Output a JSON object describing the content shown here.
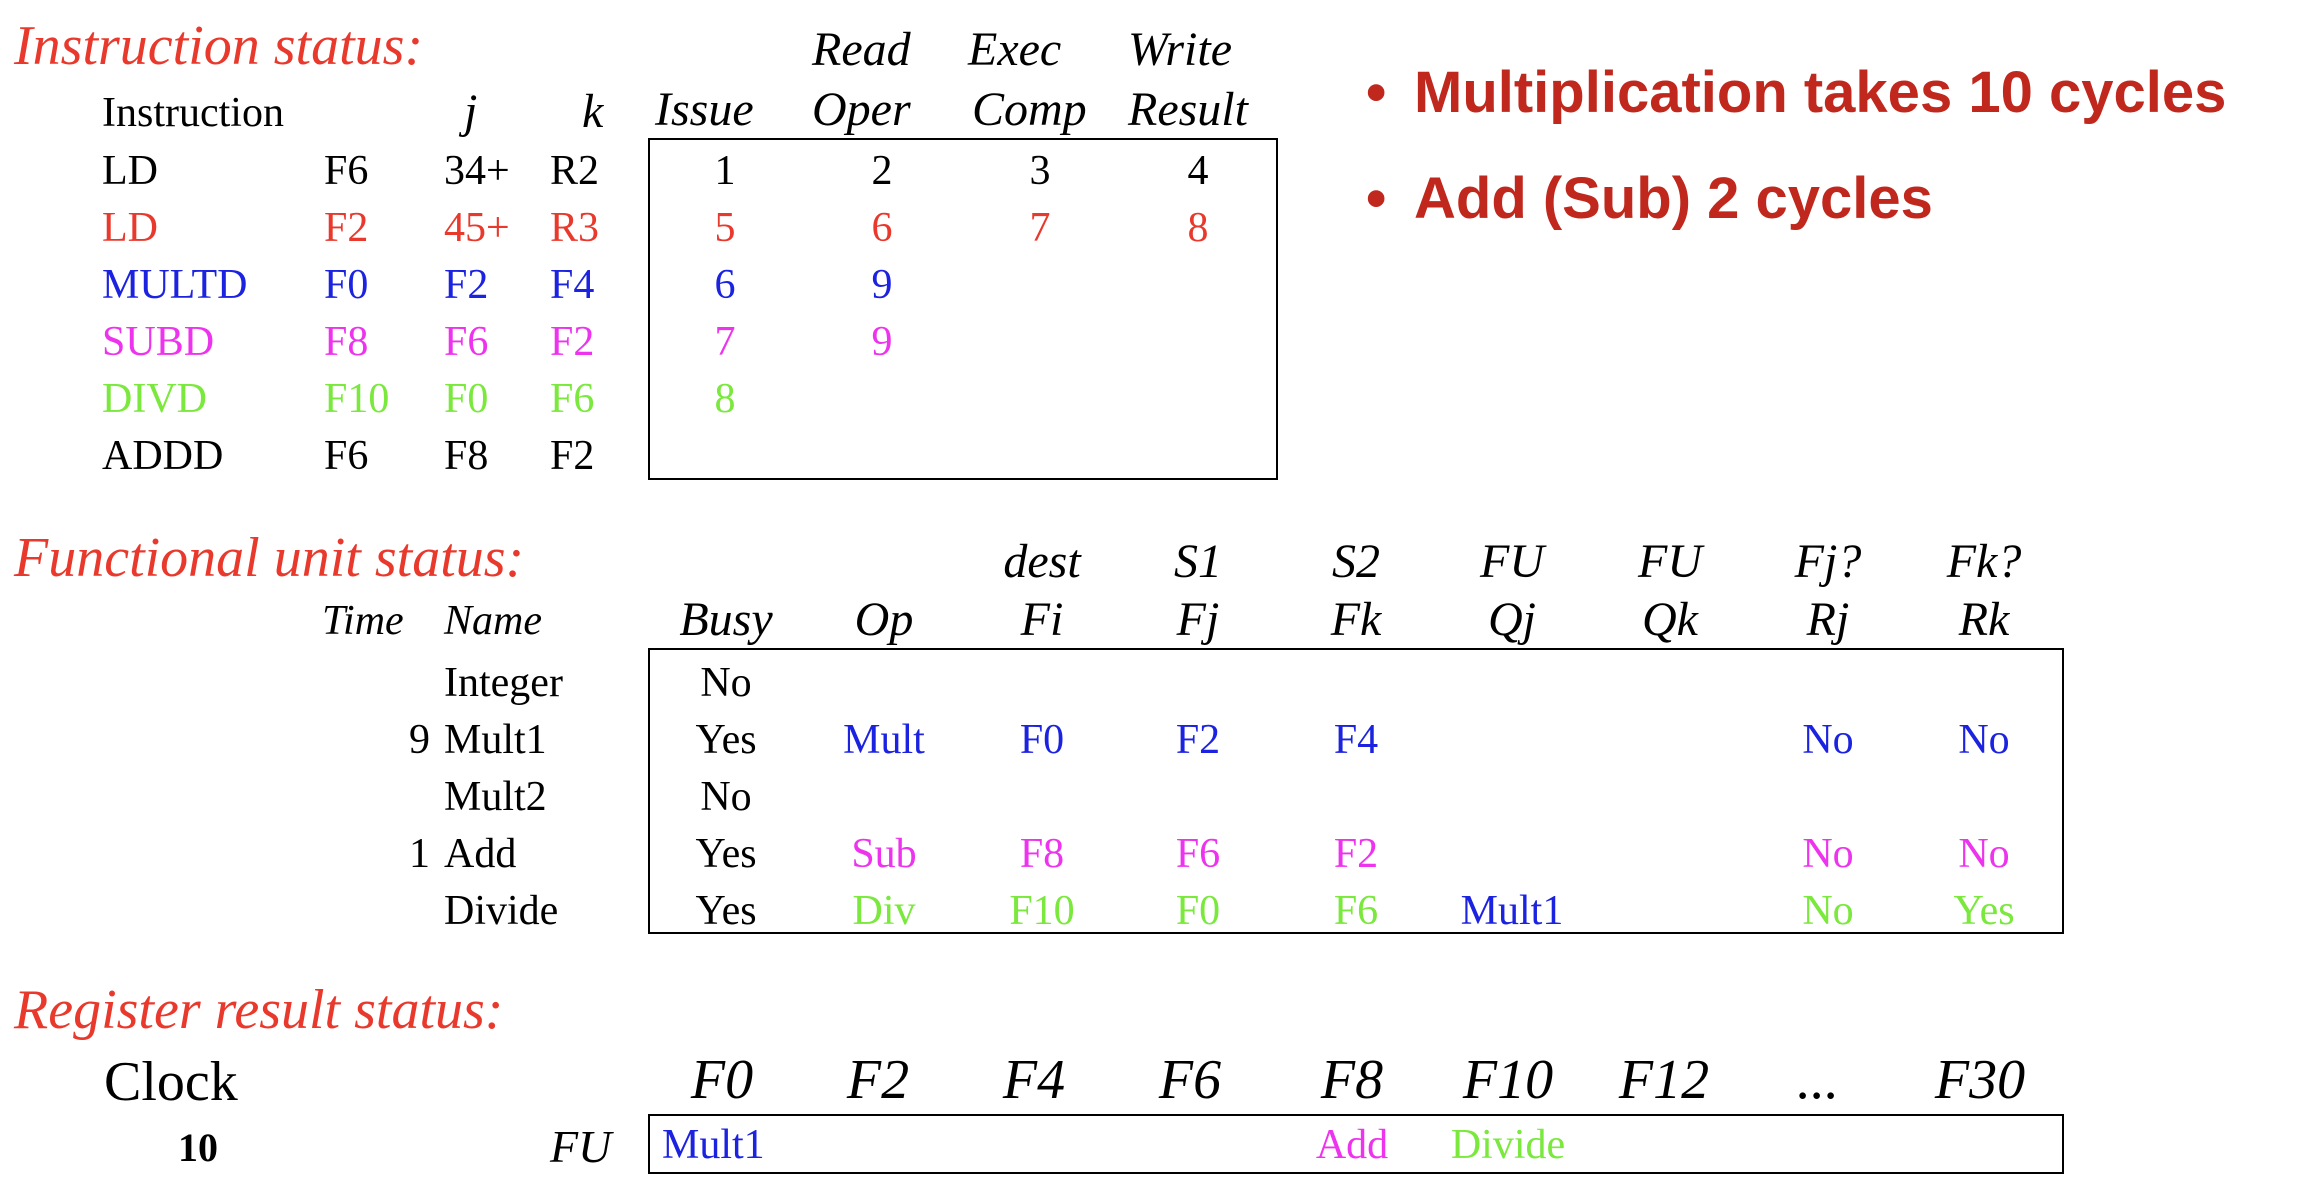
{
  "colors": {
    "black": "#000000",
    "red": "#e8392c",
    "blue": "#1c23e0",
    "magenta": "#ee33ee",
    "green": "#7ae83c",
    "bullet": "#c0271d"
  },
  "instruction_status": {
    "title": "Instruction status:",
    "headers": {
      "instruction": "Instruction",
      "j": "j",
      "k": "k",
      "issue": "Issue",
      "read_top": "Read",
      "read_bottom": "Oper",
      "exec_top": "Exec",
      "exec_bottom": "Comp",
      "write_top": "Write",
      "write_bottom": "Result"
    },
    "rows": [
      {
        "op": "LD",
        "dest": "F6",
        "j": "34+",
        "k": "R2",
        "issue": "1",
        "read": "2",
        "exec": "3",
        "write": "4",
        "color": "#000000"
      },
      {
        "op": "LD",
        "dest": "F2",
        "j": "45+",
        "k": "R3",
        "issue": "5",
        "read": "6",
        "exec": "7",
        "write": "8",
        "color": "#e8392c"
      },
      {
        "op": "MULTD",
        "dest": "F0",
        "j": "F2",
        "k": "F4",
        "issue": "6",
        "read": "9",
        "exec": "",
        "write": "",
        "color": "#1c23e0"
      },
      {
        "op": "SUBD",
        "dest": "F8",
        "j": "F6",
        "k": "F2",
        "issue": "7",
        "read": "9",
        "exec": "",
        "write": "",
        "color": "#ee33ee"
      },
      {
        "op": "DIVD",
        "dest": "F10",
        "j": "F0",
        "k": "F6",
        "issue": "8",
        "read": "",
        "exec": "",
        "write": "",
        "color": "#7ae83c"
      },
      {
        "op": "ADDD",
        "dest": "F6",
        "j": "F8",
        "k": "F2",
        "issue": "",
        "read": "",
        "exec": "",
        "write": "",
        "color": "#000000"
      }
    ]
  },
  "notes": [
    "Multiplication takes 10 cycles",
    "Add (Sub) 2 cycles"
  ],
  "functional_unit_status": {
    "title": "Functional unit status:",
    "headers_top": {
      "fi": "dest",
      "fj": "S1",
      "fk": "S2",
      "qj": "FU",
      "qk": "FU",
      "rj": "Fj?",
      "rk": "Fk?"
    },
    "headers_bottom": {
      "time": "Time",
      "name": "Name",
      "busy": "Busy",
      "op": "Op",
      "fi": "Fi",
      "fj": "Fj",
      "fk": "Fk",
      "qj": "Qj",
      "qk": "Qk",
      "rj": "Rj",
      "rk": "Rk"
    },
    "rows": [
      {
        "time": "",
        "name": "Integer",
        "busy": "No",
        "op": "",
        "fi": "",
        "fj": "",
        "fk": "",
        "qj": "",
        "qk": "",
        "rj": "",
        "rk": "",
        "color": "#000000",
        "qj_color": "#000000"
      },
      {
        "time": "9",
        "name": "Mult1",
        "busy": "Yes",
        "op": "Mult",
        "fi": "F0",
        "fj": "F2",
        "fk": "F4",
        "qj": "",
        "qk": "",
        "rj": "No",
        "rk": "No",
        "color": "#1c23e0",
        "qj_color": "#1c23e0"
      },
      {
        "time": "",
        "name": "Mult2",
        "busy": "No",
        "op": "",
        "fi": "",
        "fj": "",
        "fk": "",
        "qj": "",
        "qk": "",
        "rj": "",
        "rk": "",
        "color": "#000000",
        "qj_color": "#000000"
      },
      {
        "time": "1",
        "name": "Add",
        "busy": "Yes",
        "op": "Sub",
        "fi": "F8",
        "fj": "F6",
        "fk": "F2",
        "qj": "",
        "qk": "",
        "rj": "No",
        "rk": "No",
        "color": "#ee33ee",
        "qj_color": "#ee33ee"
      },
      {
        "time": "",
        "name": "Divide",
        "busy": "Yes",
        "op": "Div",
        "fi": "F10",
        "fj": "F0",
        "fk": "F6",
        "qj": "Mult1",
        "qk": "",
        "rj": "No",
        "rk": "Yes",
        "color": "#7ae83c",
        "qj_color": "#1c23e0"
      }
    ]
  },
  "register_result_status": {
    "title": "Register result status:",
    "clock_label": "Clock",
    "clock_value": "10",
    "fu_label": "FU",
    "registers": [
      {
        "name": "F0",
        "fu": "Mult1",
        "color": "#1c23e0"
      },
      {
        "name": "F2",
        "fu": "",
        "color": "#000000"
      },
      {
        "name": "F4",
        "fu": "",
        "color": "#000000"
      },
      {
        "name": "F6",
        "fu": "",
        "color": "#000000"
      },
      {
        "name": "F8",
        "fu": "Add",
        "color": "#ee33ee"
      },
      {
        "name": "F10",
        "fu": "Divide",
        "color": "#7ae83c"
      },
      {
        "name": "F12",
        "fu": "",
        "color": "#000000"
      },
      {
        "name": "...",
        "fu": "",
        "color": "#000000"
      },
      {
        "name": "F30",
        "fu": "",
        "color": "#000000"
      }
    ]
  }
}
